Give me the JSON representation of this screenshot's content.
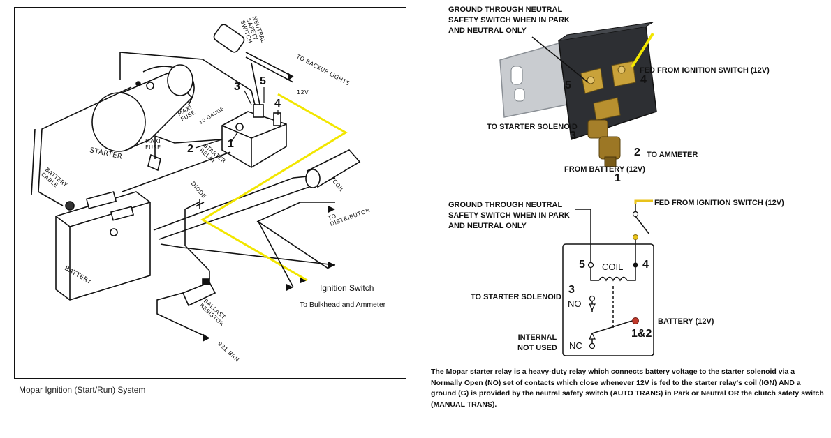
{
  "wiring_diagram": {
    "labels": {
      "neutral_safety_switch": "NEUTRAL SAFETY SWITCH",
      "to_backup_lights": "TO BACKUP LIGHTS",
      "v12": "12V",
      "maxi_fuse_top": "MAXI FUSE",
      "gauge": "10 GAUGE",
      "starter": "STARTER",
      "maxi_fuse_left": "MAXI FUSE",
      "starter_relay": "STARTER RELAY",
      "battery_cable": "BATTERY CABLE",
      "diode": "DIODE",
      "coil": "COIL",
      "to_distributor": "TO DISTRIBUTOR",
      "battery": "BATTERY",
      "ballast_resistor": "BALLAST RESISTOR",
      "brn": "931 BRN",
      "ignition_switch": "Ignition Switch",
      "to_bulkhead": "To Bulkhead and Ammeter"
    },
    "numbers": {
      "n1": "1",
      "n2": "2",
      "n3": "3",
      "n4": "4",
      "n5": "5"
    },
    "caption": "Mopar Ignition (Start/Run) System"
  },
  "relay_photo": {
    "ground_label": [
      "GROUND THROUGH NEUTRAL",
      "SAFETY SWITCH WHEN IN PARK",
      "AND NEUTRAL ONLY"
    ],
    "fed_label": "FED FROM IGNITION SWITCH (12V)",
    "starter_label": "TO STARTER SOLENOID",
    "ammeter_label": "TO AMMETER",
    "battery_label": "FROM BATTERY (12V)",
    "numbers": {
      "n1": "1",
      "n2": "2",
      "n3": "3",
      "n4": "4",
      "n5": "5"
    }
  },
  "schematic": {
    "ground_label": [
      "GROUND THROUGH NEUTRAL",
      "SAFETY SWITCH WHEN IN PARK",
      "AND NEUTRAL ONLY"
    ],
    "fed_label": "FED FROM IGNITION SWITCH (12V)",
    "coil": "COIL",
    "starter_label": "TO STARTER SOLENOID",
    "no": "NO",
    "nc": "NC",
    "internal_label": [
      "INTERNAL",
      "NOT USED"
    ],
    "battery_label": "BATTERY (12V)",
    "n12": "1&2",
    "n3": "3",
    "n4": "4",
    "n5": "5"
  },
  "description": "The Mopar starter relay is a heavy-duty relay which connects battery voltage to the starter solenoid via a Normally Open (NO) set of contacts which close whenever 12V is fed to the starter relay's coil (IGN) AND a ground (G) is provided by the neutral safety switch (AUTO TRANS) in Park or Neutral OR the clutch safety switch (MANUAL TRANS).",
  "colors": {
    "yellow_wire": "#f2e600",
    "battery_terminal": "#c0392b",
    "ign_terminal": "#e8c21a",
    "line": "#111111"
  }
}
